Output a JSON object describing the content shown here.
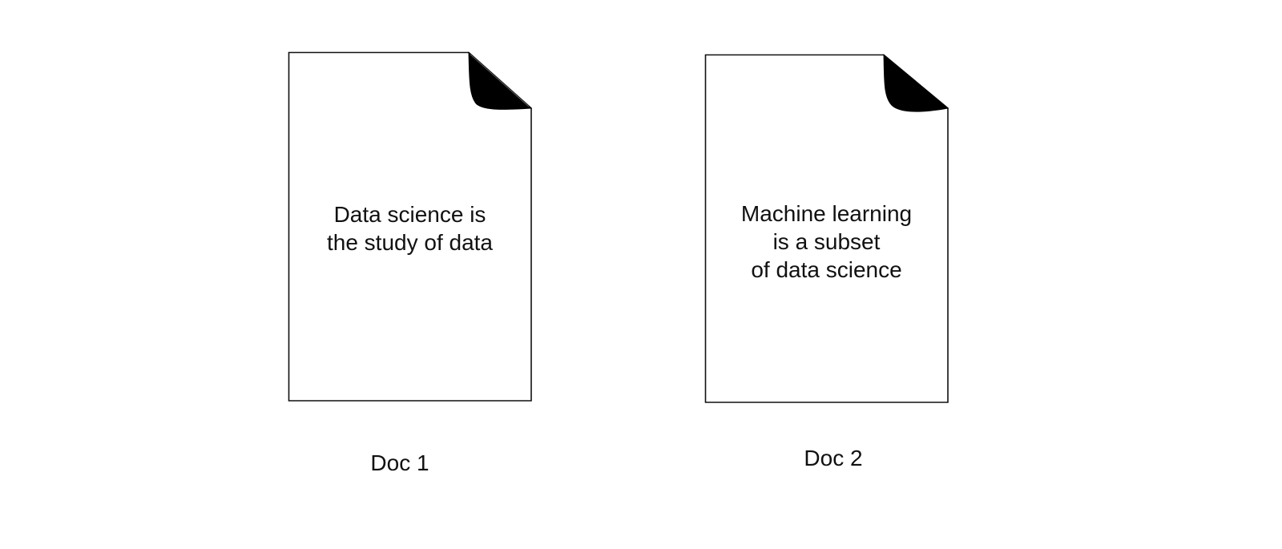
{
  "documents": [
    {
      "label": "Doc 1",
      "lines": [
        "Data science is",
        "the study of data"
      ]
    },
    {
      "label": "Doc 2",
      "lines": [
        "Machine learning",
        "is a subset",
        "of data science"
      ]
    }
  ],
  "colors": {
    "stroke": "#111111",
    "fold": "#000000",
    "background": "#ffffff"
  }
}
